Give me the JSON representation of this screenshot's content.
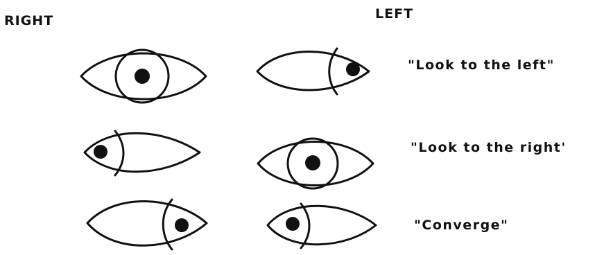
{
  "headers": {
    "right": "RIGHT",
    "left": "LEFT"
  },
  "instructions": [
    "\"Look to the left\"",
    "\"Look to the right'",
    "\"Converge\""
  ],
  "eyes": [
    {
      "side": "right",
      "row": 0,
      "gaze": "center"
    },
    {
      "side": "left",
      "row": 0,
      "gaze": "toward-outer-corner"
    },
    {
      "side": "right",
      "row": 1,
      "gaze": "toward-outer-corner"
    },
    {
      "side": "left",
      "row": 1,
      "gaze": "center"
    },
    {
      "side": "right",
      "row": 2,
      "gaze": "toward-nose"
    },
    {
      "side": "left",
      "row": 2,
      "gaze": "toward-nose"
    }
  ]
}
